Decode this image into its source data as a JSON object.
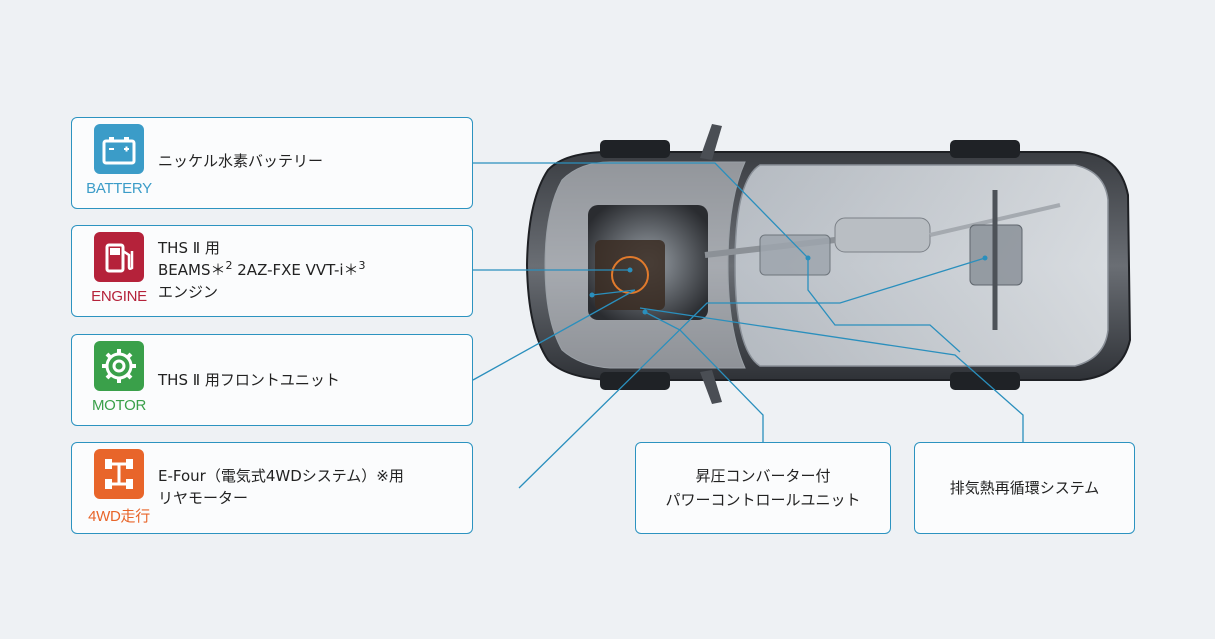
{
  "components": {
    "battery": {
      "icon": "battery-icon",
      "label": "BATTERY",
      "color": "#3b9cc8",
      "text": "ニッケル水素バッテリー"
    },
    "engine": {
      "icon": "fuel-pump-icon",
      "label": "ENGINE",
      "color": "#b5223a",
      "line1": "THS Ⅱ 用",
      "line2_a": "BEAMS＊",
      "line2_sup1": "2",
      "line2_b": " 2AZ-FXE VVT-i＊",
      "line2_sup2": "3",
      "line3": "エンジン"
    },
    "motor": {
      "icon": "motor-gear-icon",
      "label": "MOTOR",
      "color": "#3aa04a",
      "text": "THS Ⅱ 用フロントユニット"
    },
    "awd": {
      "icon": "4wd-drivetrain-icon",
      "label": "4WD走行",
      "color": "#e8652a",
      "line1": "E-Four（電気式4WDシステム）※用",
      "line2": "リヤモーター"
    }
  },
  "callouts": {
    "pcu": {
      "line1": "昇圧コンバーター付",
      "line2": "パワーコントロールユニット"
    },
    "exhaust": {
      "text": "排気熱再循環システム"
    }
  },
  "colors": {
    "accent": "#2c93c0",
    "leader": "#2a8fbd",
    "background": "#eef1f4"
  }
}
